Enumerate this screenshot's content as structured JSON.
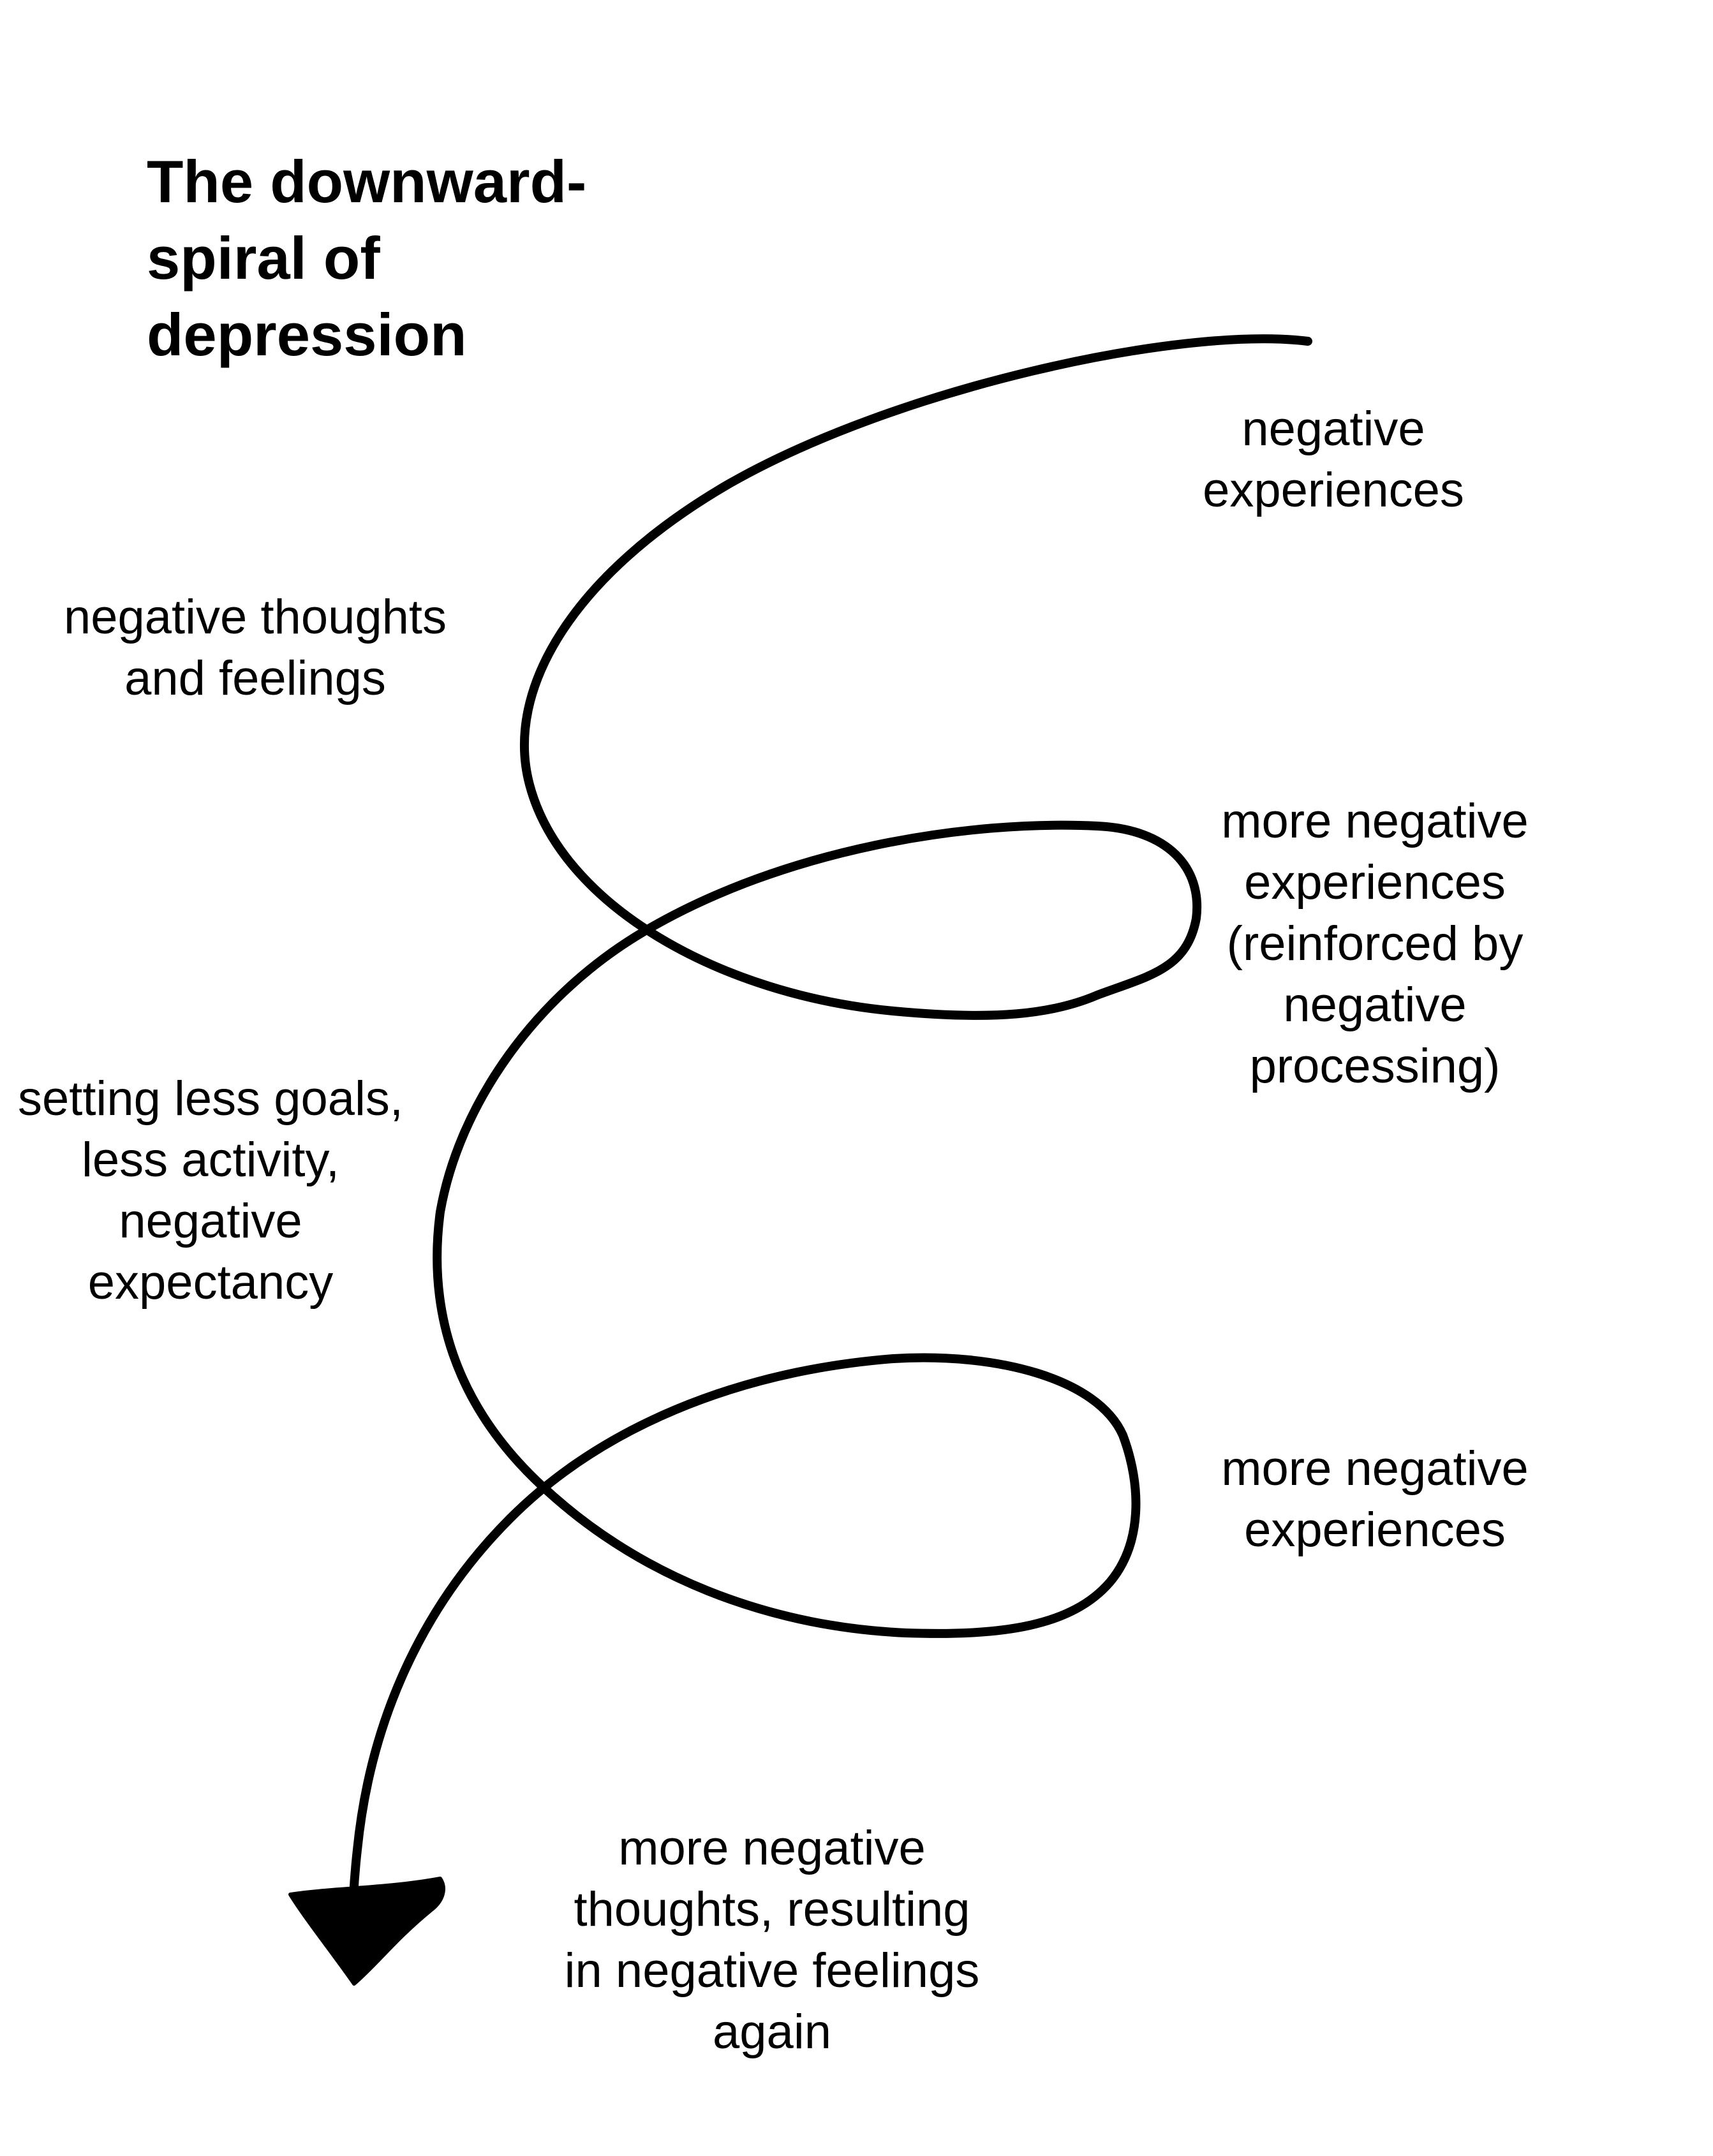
{
  "title": "The downward-\nspiral of\ndepression",
  "labels": {
    "negative_experiences": "negative\nexperiences",
    "negative_thoughts_feelings": "negative thoughts\nand feelings",
    "more_negative_experiences_reinforced": "more negative\nexperiences\n(reinforced by\nnegative\nprocessing)",
    "setting_less_goals": "setting less goals,\nless activity,\nnegative\nexpectancy",
    "more_negative_experiences": "more negative\nexperiences",
    "more_negative_thoughts": "more negative\nthoughts, resulting\nin negative feelings\nagain"
  },
  "colors": {
    "ink": "#000000",
    "background": "#ffffff"
  },
  "icons": {
    "spiral": "spiral-arrow",
    "arrowhead": "arrowhead-icon"
  }
}
